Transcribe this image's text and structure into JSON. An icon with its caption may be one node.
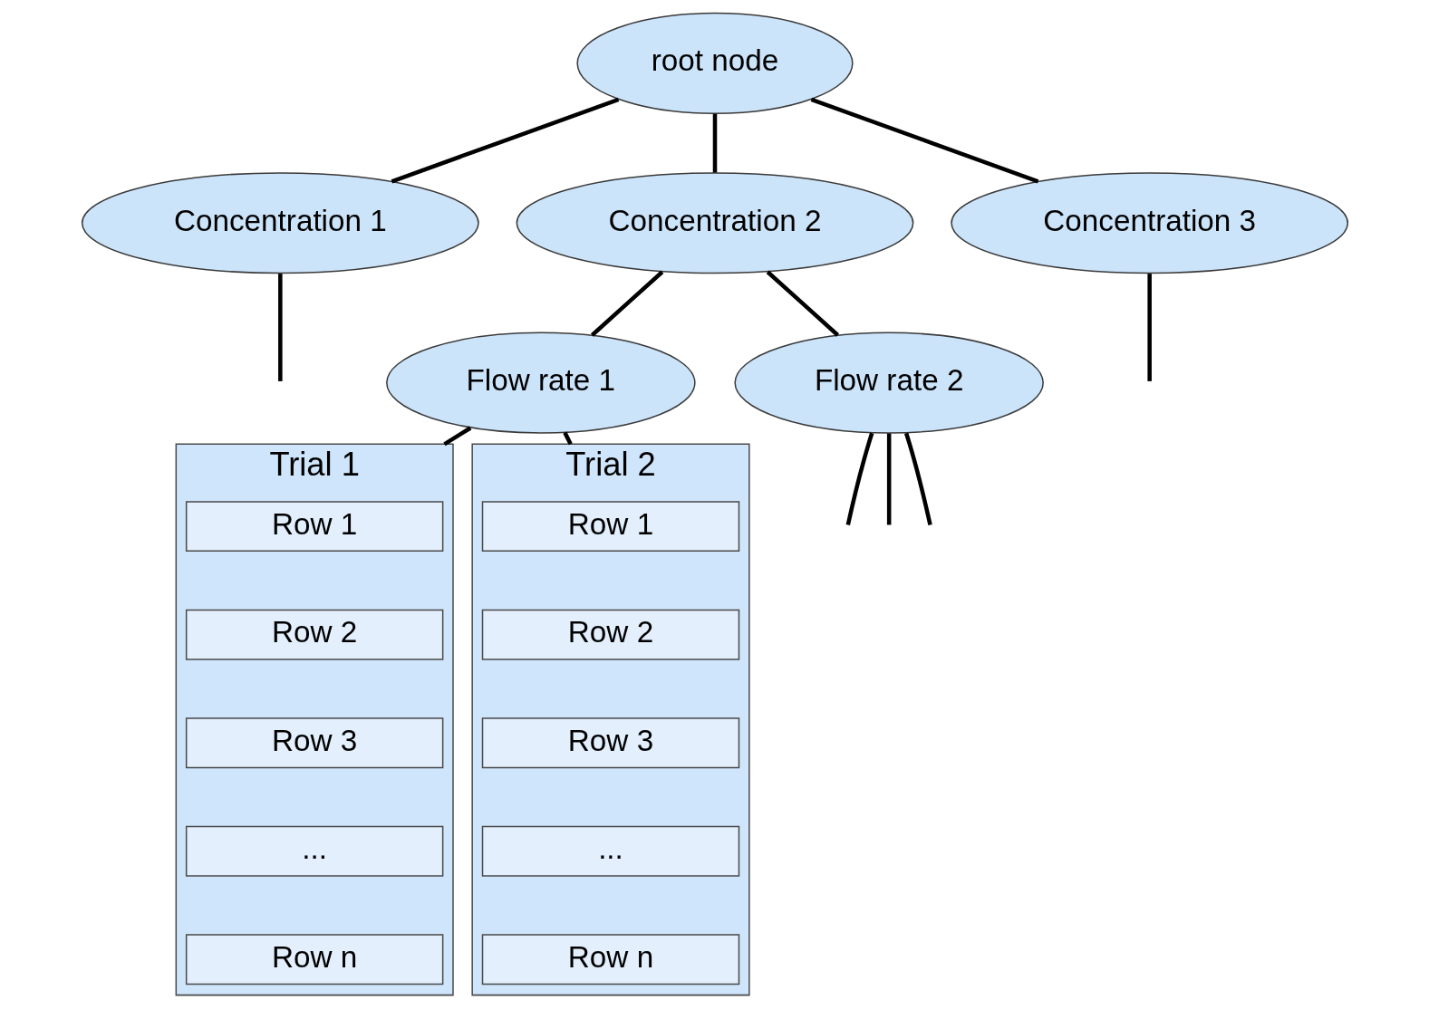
{
  "diagram": {
    "nodes": [
      {
        "text": [
          "root node"
        ]
      },
      {
        "text": [
          "Concentration 1"
        ]
      },
      {
        "text": [
          "Concentration 2"
        ]
      },
      {
        "text": [
          "Concentration 3"
        ]
      },
      {
        "text": [
          "Flow rate 1"
        ]
      },
      {
        "text": [
          "Flow rate 2"
        ]
      },
      {
        "text": [
          "Trial 1"
        ]
      },
      {
        "text": [
          "Row 1"
        ],
        "in": 6
      },
      {
        "text": [
          "Row 2"
        ],
        "in": 6
      },
      {
        "text": [
          "Row 3"
        ],
        "in": 6
      },
      {
        "text": [
          "..."
        ],
        "in": 6
      },
      {
        "text": [
          "Row n"
        ],
        "in": 6
      },
      {
        "text": [
          "Trial 2"
        ]
      },
      {
        "text": [
          "Row 1"
        ],
        "in": 12
      },
      {
        "text": [
          "Row 2"
        ],
        "in": 12
      },
      {
        "text": [
          "Row 3"
        ],
        "in": 12
      },
      {
        "text": [
          "..."
        ],
        "in": 12
      },
      {
        "text": [
          "Row n"
        ],
        "in": 12
      }
    ],
    "edges": [
      {
        "from": 0,
        "to": 1,
        "arrow": "none"
      },
      {
        "from": 0,
        "to": 2,
        "arrow": "none"
      },
      {
        "from": 0,
        "to": 3,
        "arrow": "none"
      },
      {
        "from": 1,
        "to": null,
        "arrow": "none"
      },
      {
        "from": 2,
        "to": 4,
        "arrow": "none"
      },
      {
        "from": 2,
        "to": 5,
        "arrow": "none"
      },
      {
        "from": 3,
        "to": null,
        "arrow": "none"
      },
      {
        "from": 4,
        "to": 6,
        "arrow": "none"
      },
      {
        "from": 4,
        "to": 12,
        "arrow": "none"
      },
      {
        "from": 5,
        "to": null,
        "arrow": "none"
      },
      {
        "from": 5,
        "to": null,
        "arrow": "none"
      },
      {
        "from": 5,
        "to": null,
        "arrow": "none"
      }
    ]
  }
}
